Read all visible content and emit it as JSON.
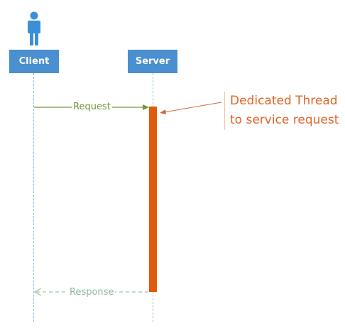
{
  "actors": {
    "client": {
      "label": "Client"
    },
    "server": {
      "label": "Server"
    }
  },
  "messages": {
    "request": {
      "label": "Request"
    },
    "response": {
      "label": "Response"
    }
  },
  "note": {
    "line1": "Dedicated Thread",
    "line2": "to service request"
  },
  "colors": {
    "actor_box": "#4a8fcf",
    "person_icon": "#3b8fd6",
    "lifeline": "#8fbde0",
    "request_arrow": "#6f9a3c",
    "response_arrow": "#9cc7a8",
    "activation": "#e05a0c",
    "note_text": "#e0642a",
    "note_arrow": "#e0643a"
  },
  "icons": {
    "client_actor": "person-icon"
  }
}
